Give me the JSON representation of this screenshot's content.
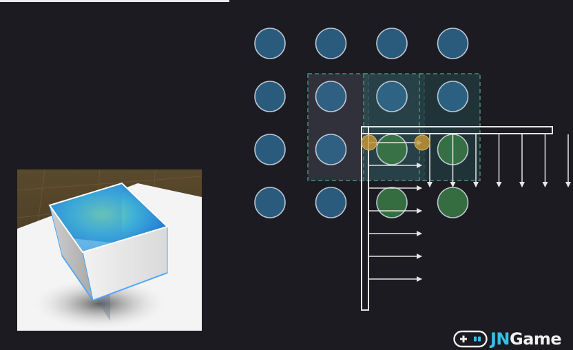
{
  "logo": {
    "prefix": "JN",
    "suffix": "Game",
    "icon": "gamepad-icon",
    "accent_color": "#35c0e8"
  },
  "thumbnail": {
    "subject": "glowing-fluid-cube-render"
  },
  "colors": {
    "background": "#1b1b21",
    "particle_blue": "#2f6b93",
    "particle_green": "#3a7a45",
    "particle_outline": "#d5dde8",
    "cell_gray": "#3a3a44",
    "cell_teal": "#2e4e54",
    "cell_dark_teal": "#233c40",
    "cell_border": "#4d8c74",
    "sample_point": "#c99a3a",
    "axis": "#e6e6e6"
  },
  "grid": {
    "rows": 4,
    "columns": 4,
    "green_particles": [
      [
        2,
        2
      ],
      [
        2,
        3
      ],
      [
        3,
        2
      ],
      [
        3,
        3
      ]
    ],
    "highlighted_cells": 3,
    "sample_points": 2,
    "horizontal_arrows": 7,
    "vertical_arrows": 7
  }
}
